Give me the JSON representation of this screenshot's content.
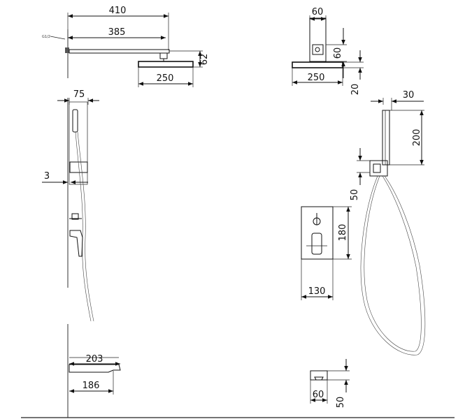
{
  "diagram": {
    "thread_note": "G1/2",
    "dimensions": {
      "arm_total": "410",
      "arm_length": "385",
      "arm_drop": "62",
      "head_front": "250",
      "base_width": "60",
      "base_height": "60",
      "head_side": "250",
      "side_offset": "20",
      "panel_depth": "75",
      "wall_gap": "3",
      "holder_width": "30",
      "holder_height": "200",
      "holder_gap": "50",
      "valve_height": "180",
      "valve_width": "130",
      "spout_length": "203",
      "spout_reach": "186",
      "spout_width": "60",
      "spout_height": "50"
    }
  }
}
